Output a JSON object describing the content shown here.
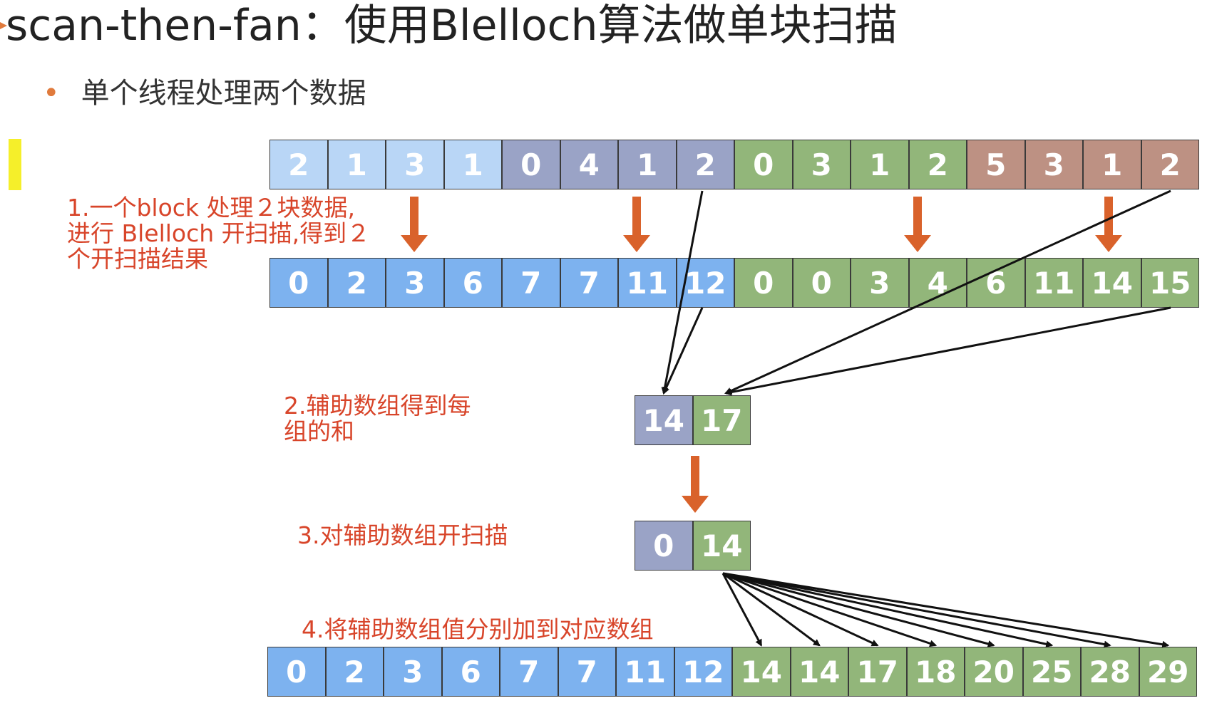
{
  "title": "scan-then-fan：使用Blelloch算法做单块扫描",
  "bullet": {
    "marker": "•",
    "text": "单个线程处理两个数据"
  },
  "rows": {
    "input": [
      {
        "v": "2",
        "c": "lightblue"
      },
      {
        "v": "1",
        "c": "lightblue"
      },
      {
        "v": "3",
        "c": "lightblue"
      },
      {
        "v": "1",
        "c": "lightblue"
      },
      {
        "v": "0",
        "c": "slate"
      },
      {
        "v": "4",
        "c": "slate"
      },
      {
        "v": "1",
        "c": "slate"
      },
      {
        "v": "2",
        "c": "slate"
      },
      {
        "v": "0",
        "c": "green"
      },
      {
        "v": "3",
        "c": "green"
      },
      {
        "v": "1",
        "c": "green"
      },
      {
        "v": "2",
        "c": "green"
      },
      {
        "v": "5",
        "c": "brown"
      },
      {
        "v": "3",
        "c": "brown"
      },
      {
        "v": "1",
        "c": "brown"
      },
      {
        "v": "2",
        "c": "brown"
      }
    ],
    "block_scan": [
      {
        "v": "0",
        "c": "blue"
      },
      {
        "v": "2",
        "c": "blue"
      },
      {
        "v": "3",
        "c": "blue"
      },
      {
        "v": "6",
        "c": "blue"
      },
      {
        "v": "7",
        "c": "blue"
      },
      {
        "v": "7",
        "c": "blue"
      },
      {
        "v": "11",
        "c": "blue"
      },
      {
        "v": "12",
        "c": "blue"
      },
      {
        "v": "0",
        "c": "green"
      },
      {
        "v": "0",
        "c": "green"
      },
      {
        "v": "3",
        "c": "green"
      },
      {
        "v": "4",
        "c": "green"
      },
      {
        "v": "6",
        "c": "green"
      },
      {
        "v": "11",
        "c": "green"
      },
      {
        "v": "14",
        "c": "green"
      },
      {
        "v": "15",
        "c": "green"
      }
    ],
    "aux_sums": [
      {
        "v": "14",
        "c": "slate"
      },
      {
        "v": "17",
        "c": "green"
      }
    ],
    "aux_scan": [
      {
        "v": "0",
        "c": "slate"
      },
      {
        "v": "14",
        "c": "green"
      }
    ],
    "final": [
      {
        "v": "0",
        "c": "blue"
      },
      {
        "v": "2",
        "c": "blue"
      },
      {
        "v": "3",
        "c": "blue"
      },
      {
        "v": "6",
        "c": "blue"
      },
      {
        "v": "7",
        "c": "blue"
      },
      {
        "v": "7",
        "c": "blue"
      },
      {
        "v": "11",
        "c": "blue"
      },
      {
        "v": "12",
        "c": "blue"
      },
      {
        "v": "14",
        "c": "green"
      },
      {
        "v": "14",
        "c": "green"
      },
      {
        "v": "17",
        "c": "green"
      },
      {
        "v": "18",
        "c": "green"
      },
      {
        "v": "20",
        "c": "green"
      },
      {
        "v": "25",
        "c": "green"
      },
      {
        "v": "28",
        "c": "green"
      },
      {
        "v": "29",
        "c": "green"
      }
    ]
  },
  "notes": {
    "step1": [
      "1.一个block 处理２块数据,",
      "进行 Blelloch 开扫描,得到２",
      "个开扫描结果"
    ],
    "step2": [
      "2.辅助数组得到每",
      "组的和"
    ],
    "step3": "3.对辅助数组开扫描",
    "step4": "4.将辅助数组值分别加到对应数组"
  },
  "colors": {
    "lightblue": "#b9d6f6",
    "blue": "#7db2ef",
    "slate": "#9aa3c6",
    "green": "#92b67a",
    "brown": "#bd9183",
    "arrow_orange": "#d9622b",
    "note_red": "#d8452a"
  }
}
